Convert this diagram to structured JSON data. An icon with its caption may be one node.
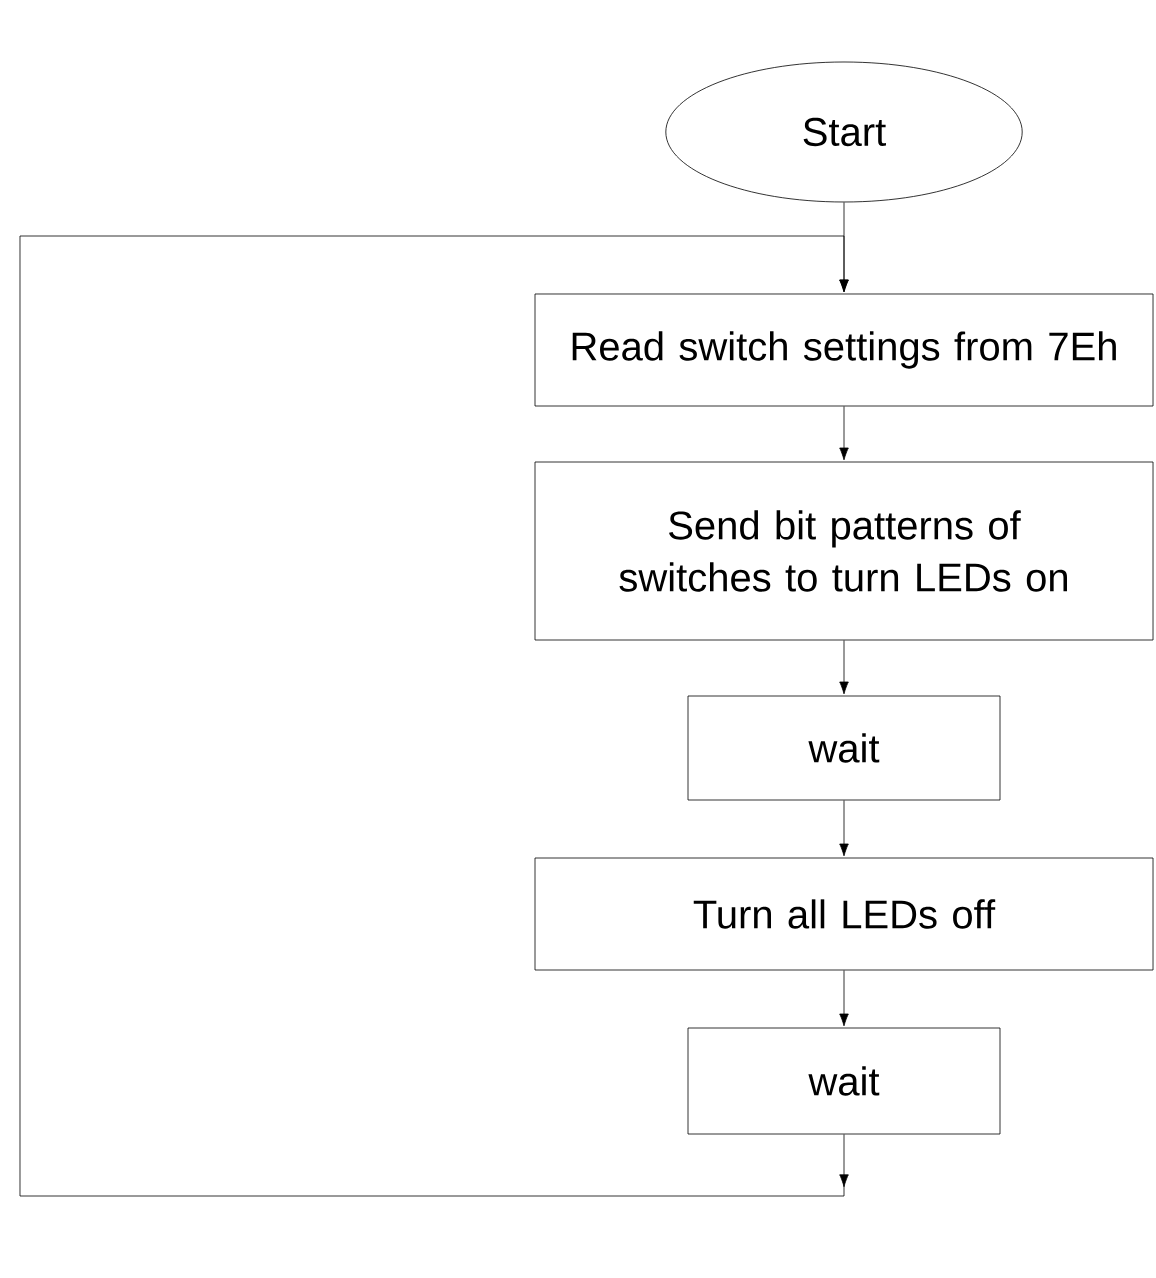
{
  "diagram": {
    "nodes": [
      {
        "text": [
          "Start"
        ]
      },
      {
        "text": [
          "Read switch settings from 7Eh"
        ]
      },
      {
        "text": [
          "Send bit patterns of switches to turn LEDs on"
        ]
      },
      {
        "text": [
          "wait"
        ]
      },
      {
        "text": [
          "Turn all LEDs off"
        ]
      },
      {
        "text": [
          "wait"
        ]
      }
    ],
    "edges": [
      {
        "from": 0,
        "to": 1,
        "arrow": "to"
      },
      {
        "from": 1,
        "to": 2,
        "arrow": "to"
      },
      {
        "from": 2,
        "to": 3,
        "arrow": "to"
      },
      {
        "from": 3,
        "to": 4,
        "arrow": "to"
      },
      {
        "from": 4,
        "to": 5,
        "arrow": "to"
      },
      {
        "from": 5,
        "to": 1,
        "arrow": "to"
      }
    ]
  }
}
